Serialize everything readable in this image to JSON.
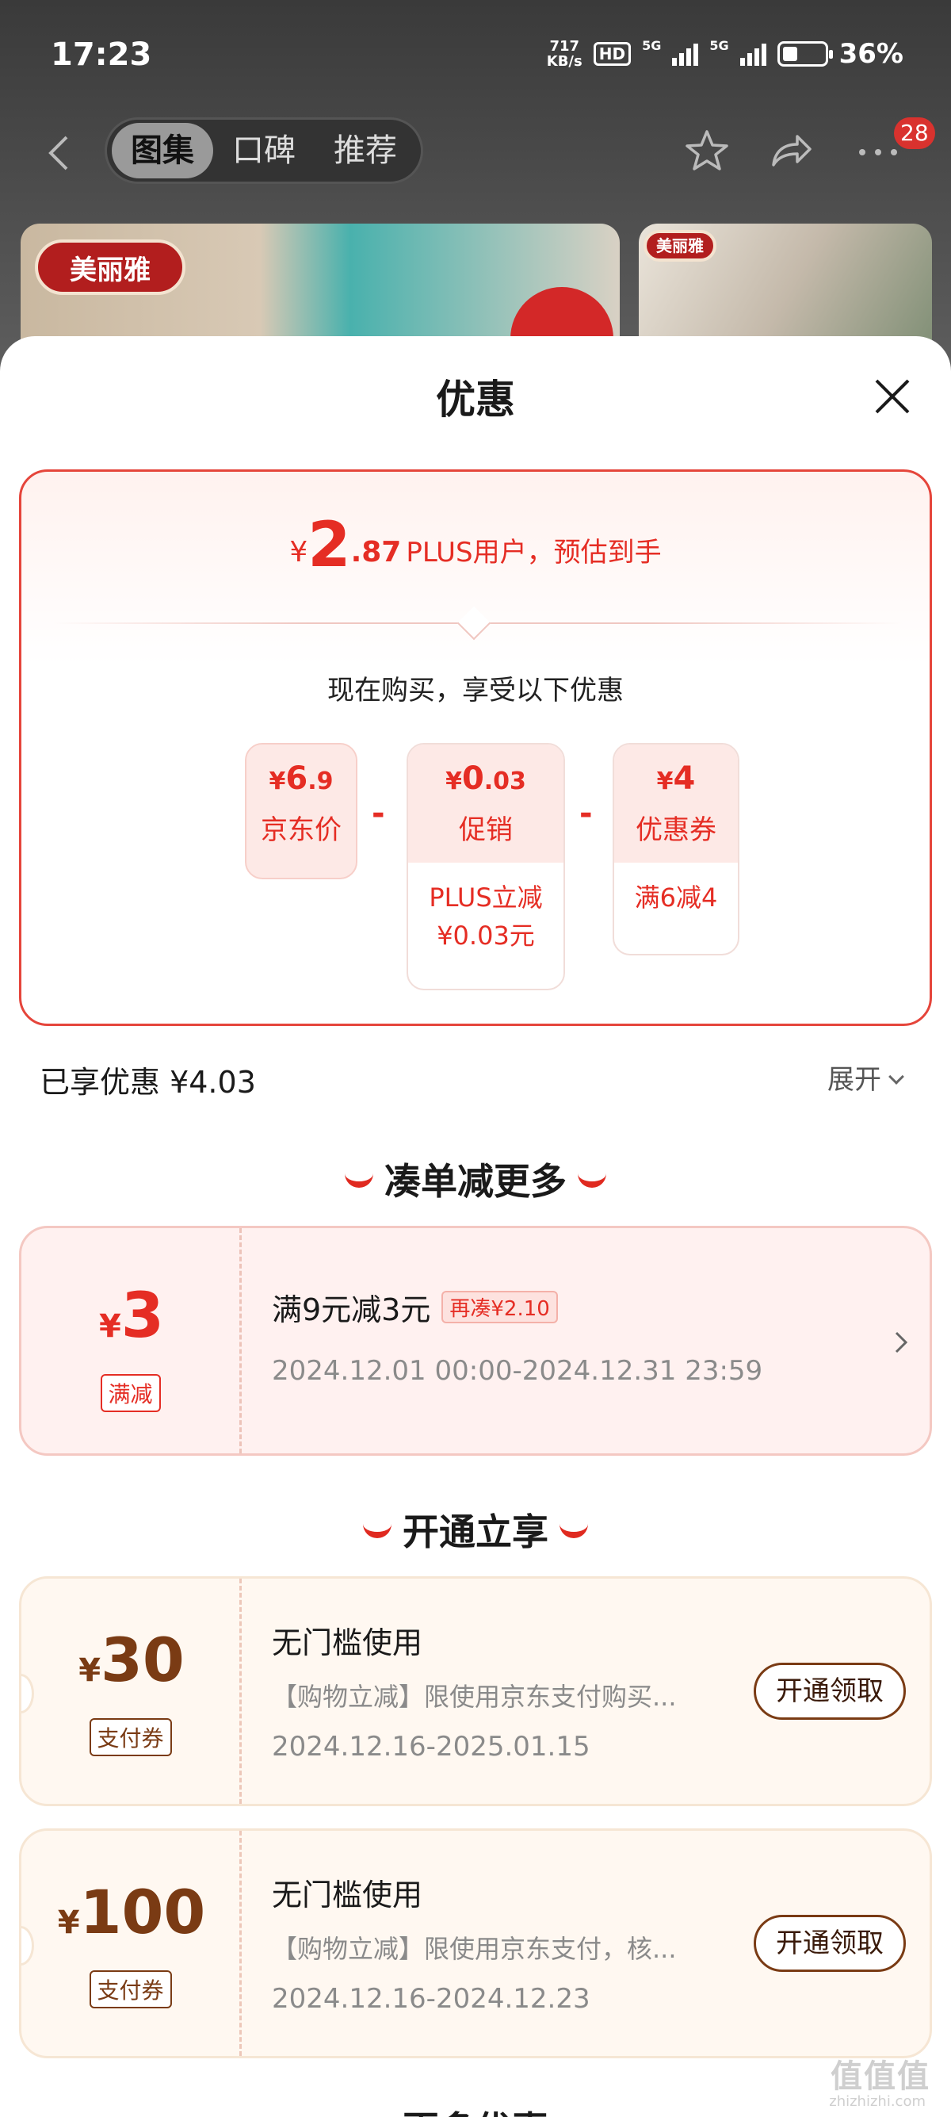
{
  "status_bar": {
    "time": "17:23",
    "net_speed_top": "717",
    "net_speed_bottom": "KB/s",
    "hd": "HD",
    "network1": "5G",
    "network2": "5G",
    "battery": "36%"
  },
  "header": {
    "tabs": [
      "图集",
      "口碑",
      "推荐"
    ],
    "active_tab": "图集",
    "notification_count": "28"
  },
  "background_images": {
    "brand_logo": "美丽雅"
  },
  "sheet": {
    "title": "优惠",
    "summary": {
      "currency": "¥",
      "price_int": "2",
      "price_dec": ".87",
      "price_note": "PLUS用户，预估到手",
      "buy_now": "现在购买，享受以下优惠",
      "boxes": [
        {
          "currency": "¥",
          "amount": "6",
          "decimal": ".9",
          "label": "京东价",
          "sub": ""
        },
        {
          "currency": "¥",
          "amount": "0",
          "decimal": ".03",
          "label": "促销",
          "sub_line1": "PLUS立减",
          "sub_line2": "¥0.03元"
        },
        {
          "currency": "¥",
          "amount": "4",
          "decimal": "",
          "label": "优惠券",
          "sub_line1": "满6减4"
        }
      ],
      "operator": "-"
    },
    "enjoyed": "已享优惠 ¥4.03",
    "expand": "展开",
    "section_more": "凑单减更多",
    "discount_coupon": {
      "currency": "¥",
      "value": "3",
      "tag": "满减",
      "title": "满9元减3元",
      "extra": "再凑¥2.10",
      "date": "2024.12.01 00:00-2024.12.31 23:59"
    },
    "section_open": "开通立享",
    "pay_coupons": [
      {
        "currency": "¥",
        "value": "30",
        "tag": "支付券",
        "title": "无门槛使用",
        "desc": "【购物立减】限使用京东支付购买...",
        "date": "2024.12.16-2025.01.15",
        "cta": "开通领取"
      },
      {
        "currency": "¥",
        "value": "100",
        "tag": "支付券",
        "title": "无门槛使用",
        "desc": "【购物立减】限使用京东支付，核...",
        "date": "2024.12.16-2024.12.23",
        "cta": "开通领取"
      }
    ],
    "next_section_partial": "更多优惠"
  },
  "watermark": {
    "logo": "值值值",
    "site": "zhizhizhi.com"
  },
  "colors": {
    "accent_red": "#e52d24",
    "gold_brown": "#7a3b14"
  }
}
